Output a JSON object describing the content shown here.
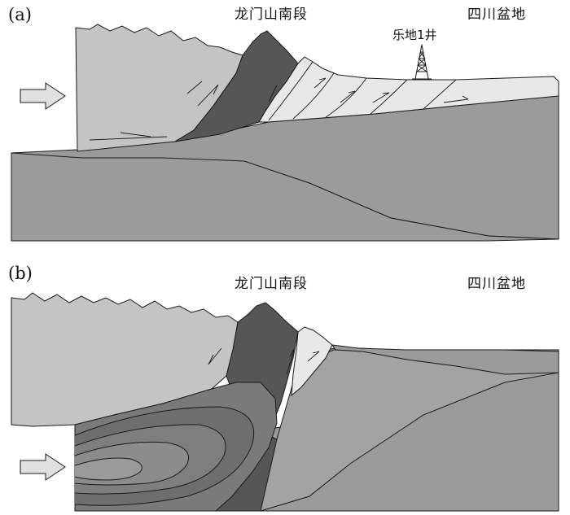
{
  "panels": [
    {
      "letter": "(a)",
      "left_label": "龙门山南段",
      "right_label": "四川盆地",
      "well_label": "乐地1井"
    },
    {
      "letter": "(b)",
      "left_label": "龙门山南段",
      "right_label": "四川盆地"
    }
  ],
  "icons": [
    "push-arrow-icon",
    "drilling-rig-icon"
  ],
  "colors": {
    "light_gray": "#c4c4c4",
    "mid_gray": "#9b9b9b",
    "dark_gray": "#565656",
    "pale_gray": "#e8e8e8",
    "outline": "#1a1a1a"
  }
}
